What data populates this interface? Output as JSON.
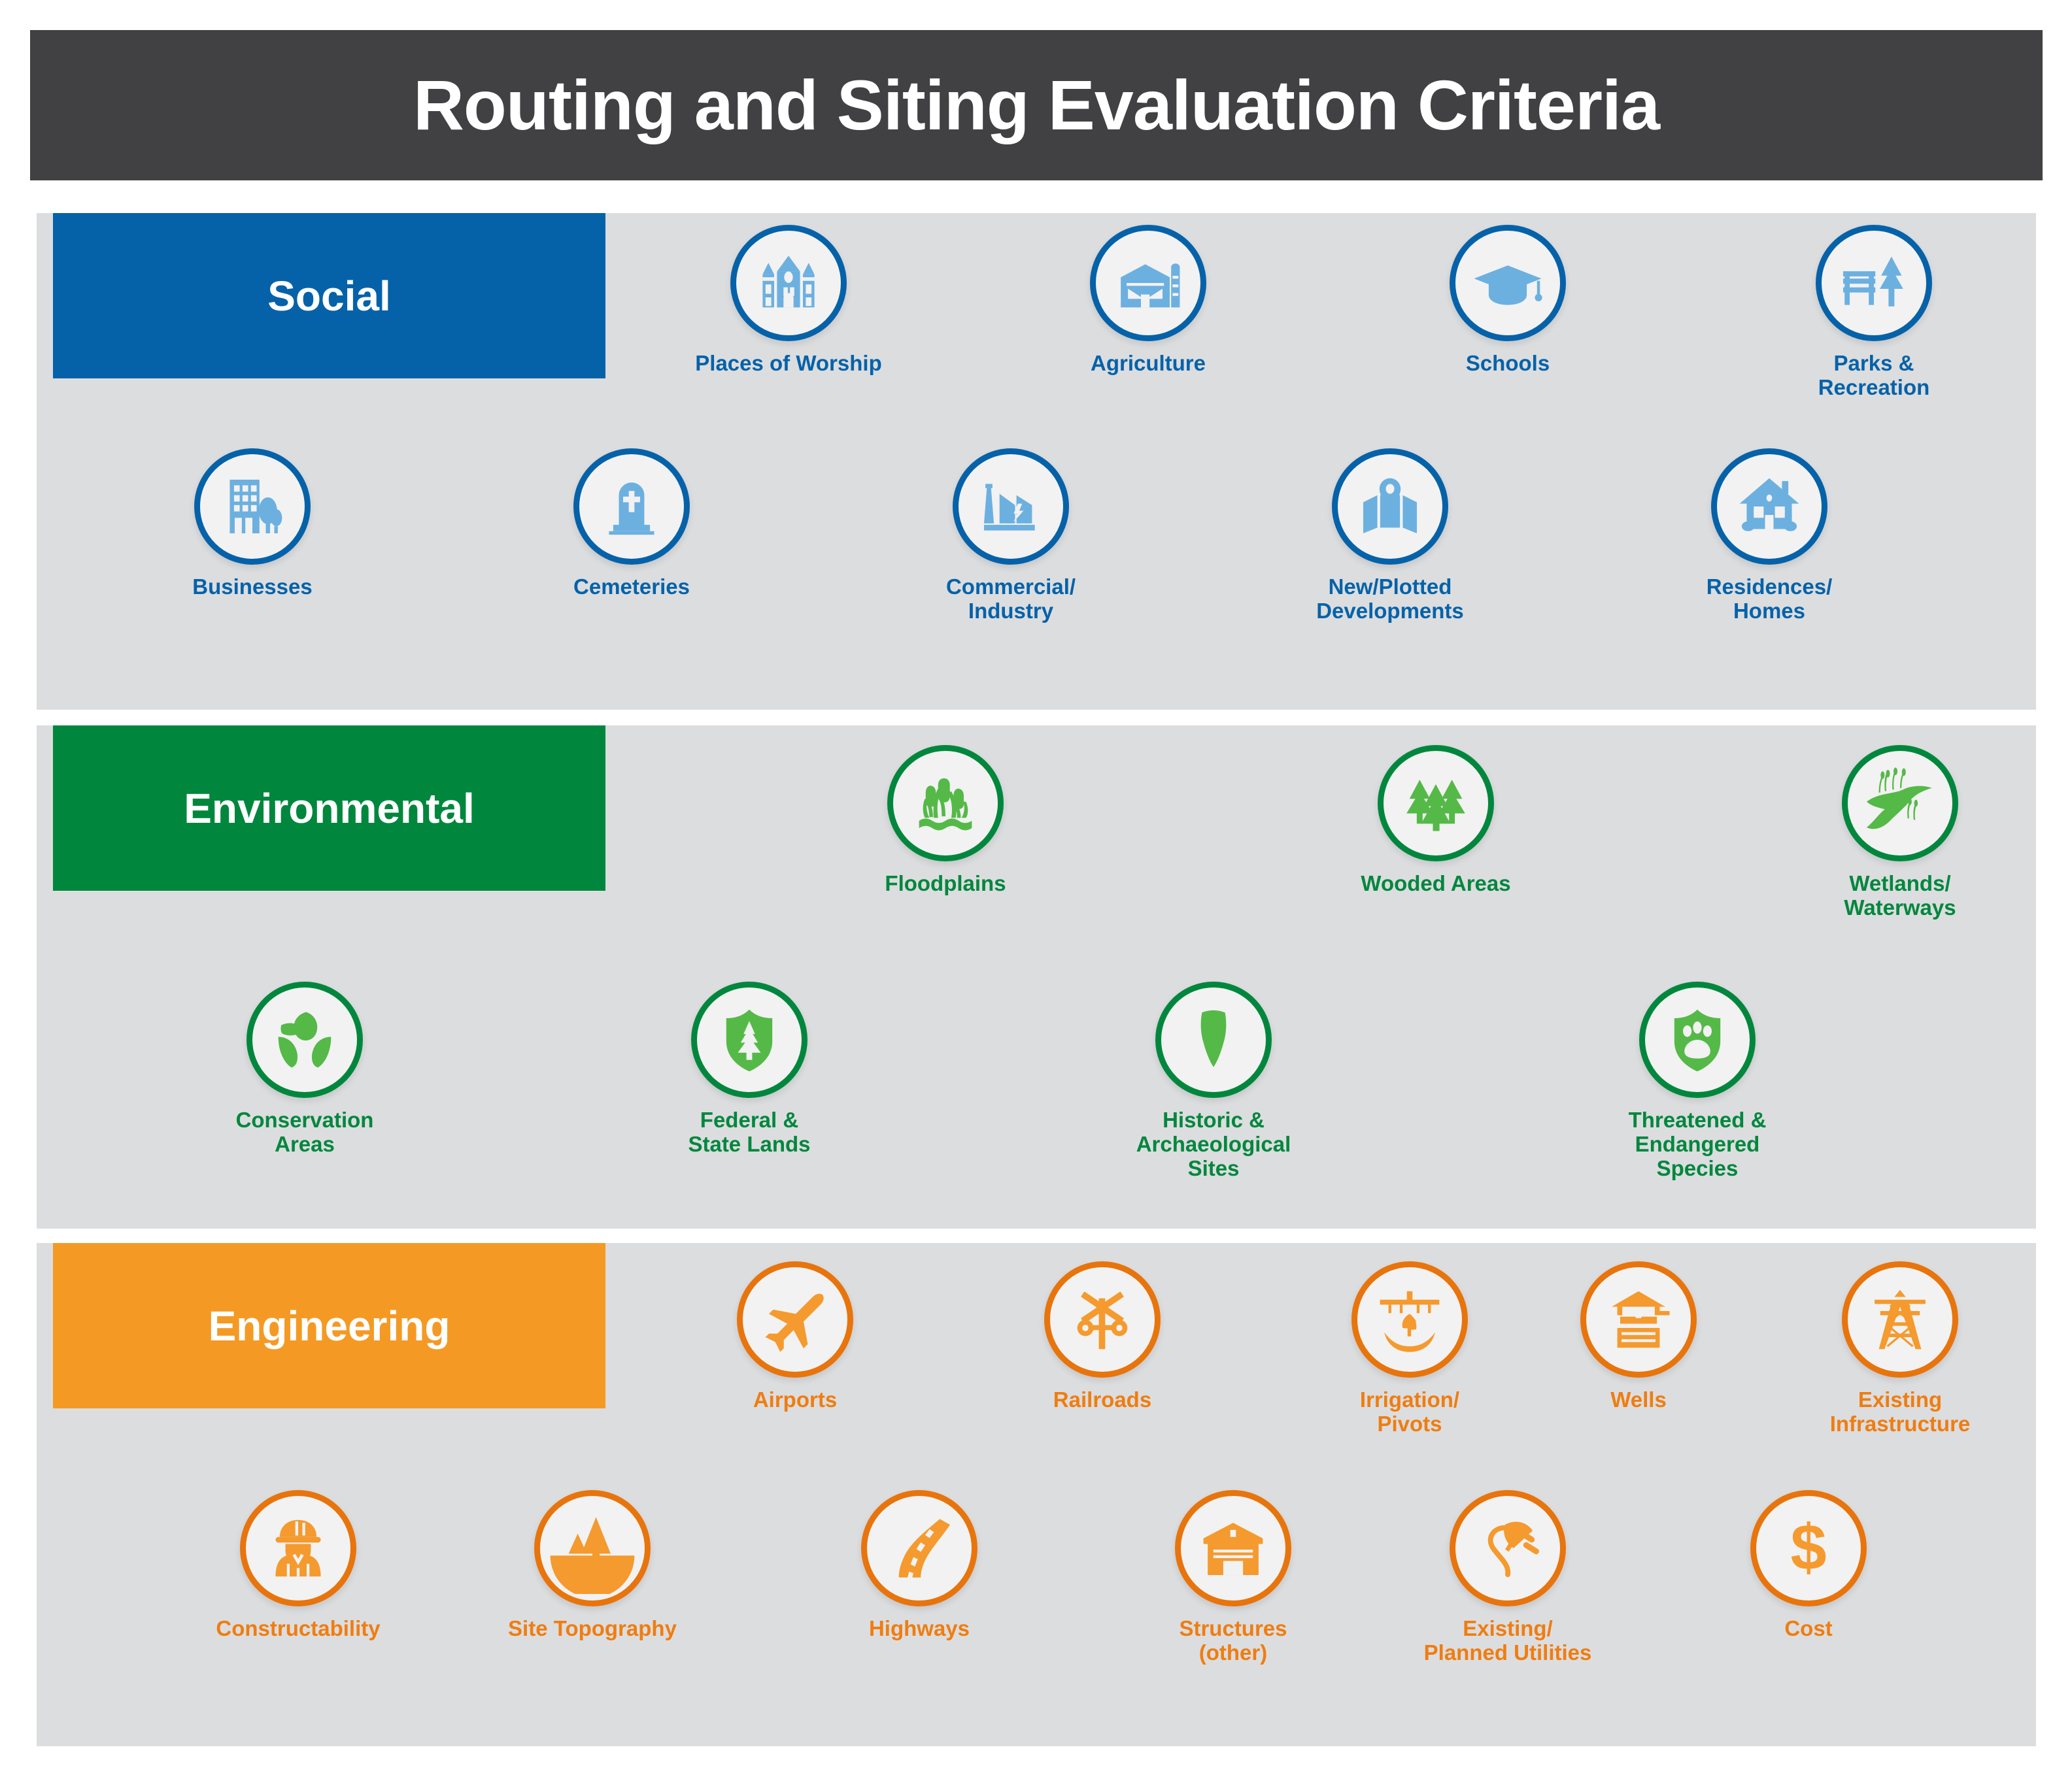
{
  "header": {
    "title": "Routing and Siting Evaluation Criteria"
  },
  "colors": {
    "title_bar": "#414042",
    "band_background": "#dcdddf",
    "social": "#0562a9",
    "social_icon_fill": "#6cb0e0",
    "environmental": "#00873d",
    "environmental_icon_fill": "#55b948",
    "engineering": "#e8740c",
    "engineering_icon_fill": "#f59a2e"
  },
  "sections": [
    {
      "id": "social",
      "label": "Social",
      "accent": "#0562a9",
      "rows": [
        {
          "items": [
            {
              "label": "Places of Worship",
              "icon": "church-icon"
            },
            {
              "label": "Agriculture",
              "icon": "barn-icon"
            },
            {
              "label": "Schools",
              "icon": "graduation-cap-icon"
            },
            {
              "label": "Parks &\nRecreation",
              "icon": "park-bench-tree-icon"
            }
          ]
        },
        {
          "items": [
            {
              "label": "Businesses",
              "icon": "office-building-icon"
            },
            {
              "label": "Cemeteries",
              "icon": "headstone-icon"
            },
            {
              "label": "Commercial/\nIndustry",
              "icon": "factory-icon"
            },
            {
              "label": "New/Plotted\nDevelopments",
              "icon": "map-pin-icon"
            },
            {
              "label": "Residences/\nHomes",
              "icon": "house-icon"
            }
          ]
        }
      ]
    },
    {
      "id": "environmental",
      "label": "Environmental",
      "accent": "#00873d",
      "rows": [
        {
          "items": [
            {
              "label": "Floodplains",
              "icon": "cattails-icon"
            },
            {
              "label": "Wooded Areas",
              "icon": "pine-trees-icon"
            },
            {
              "label": "Wetlands/\nWaterways",
              "icon": "stream-icon"
            }
          ]
        },
        {
          "items": [
            {
              "label": "Conservation\nAreas",
              "icon": "leaves-icon"
            },
            {
              "label": "Federal &\nState Lands",
              "icon": "shield-tree-icon"
            },
            {
              "label": "Historic &\nArchaeological Sites",
              "icon": "arrowhead-icon"
            },
            {
              "label": "Threatened &\nEndangered Species",
              "icon": "shield-paw-icon"
            }
          ]
        }
      ]
    },
    {
      "id": "engineering",
      "label": "Engineering",
      "accent": "#e8740c",
      "rows": [
        {
          "items": [
            {
              "label": "Airports",
              "icon": "airplane-icon"
            },
            {
              "label": "Railroads",
              "icon": "railroad-crossing-icon"
            },
            {
              "label": "Irrigation/\nPivots",
              "icon": "irrigation-pivot-icon"
            },
            {
              "label": "Wells",
              "icon": "water-well-icon"
            },
            {
              "label": "Existing\nInfrastructure",
              "icon": "transmission-tower-icon"
            }
          ]
        },
        {
          "items": [
            {
              "label": "Constructability",
              "icon": "hard-hat-worker-icon"
            },
            {
              "label": "Site Topography",
              "icon": "topography-icon"
            },
            {
              "label": "Highways",
              "icon": "highway-icon"
            },
            {
              "label": "Structures\n(other)",
              "icon": "barn-structure-icon"
            },
            {
              "label": "Existing/\nPlanned Utilities",
              "icon": "power-plug-icon"
            },
            {
              "label": "Cost",
              "icon": "dollar-sign-icon"
            }
          ]
        }
      ]
    }
  ]
}
